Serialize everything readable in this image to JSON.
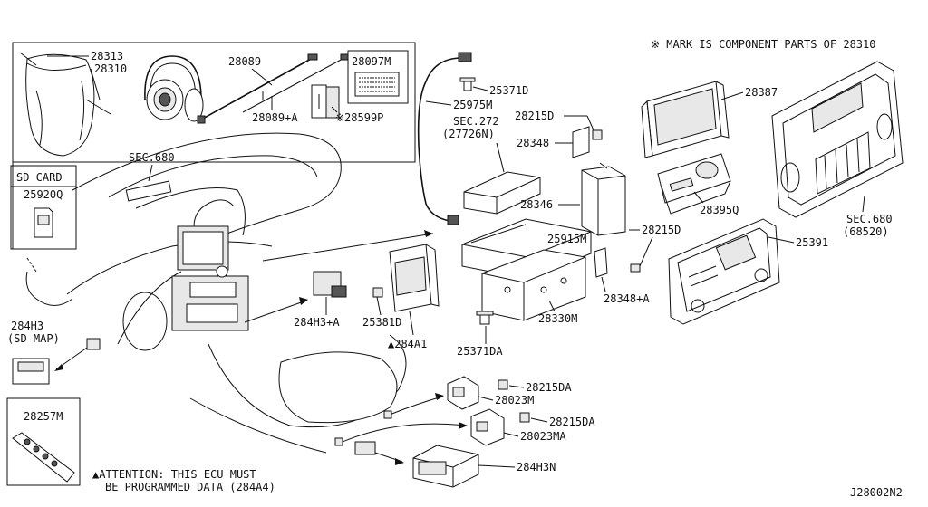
{
  "header_note": "※ MARK IS COMPONENT PARTS OF 28310",
  "diagram_code": "J28002N2",
  "attention_line1": "▲ATTENTION: THIS ECU MUST",
  "attention_line2": "BE PROGRAMMED DATA (284A4)",
  "sd_card_title": "SD CARD",
  "labels": {
    "p28313": "28313",
    "p28310": "28310",
    "p28089": "28089",
    "p28097M": "28097M",
    "p28089A": "28089+A",
    "p28599P": "※28599P",
    "sec680a": "SEC.680",
    "p25920Q": "25920Q",
    "p284H3": "284H3",
    "sdmap": "(SD MAP)",
    "p28257M": "28257M",
    "p25975M": "25975M",
    "p25371D": "25371D",
    "sec272": "SEC.272",
    "p27726N": "(27726N)",
    "p28215D_top": "28215D",
    "p28348": "28348",
    "p28346": "28346",
    "p25915M": "25915M",
    "p28215D_mid": "28215D",
    "p28348A": "28348+A",
    "p28330M": "28330M",
    "p25371DA": "25371DA",
    "p284H3A": "284H3+A",
    "p25381D": "25381D",
    "p284A1": "▲284A1",
    "p28387": "28387",
    "p28395Q": "28395Q",
    "sec680b": "SEC.680",
    "p68520": "(68520)",
    "p25391": "25391",
    "p28215DA_1": "28215DA",
    "p28023M": "28023M",
    "p28215DA_2": "28215DA",
    "p28023MA": "28023MA",
    "p284H3N": "284H3N"
  }
}
